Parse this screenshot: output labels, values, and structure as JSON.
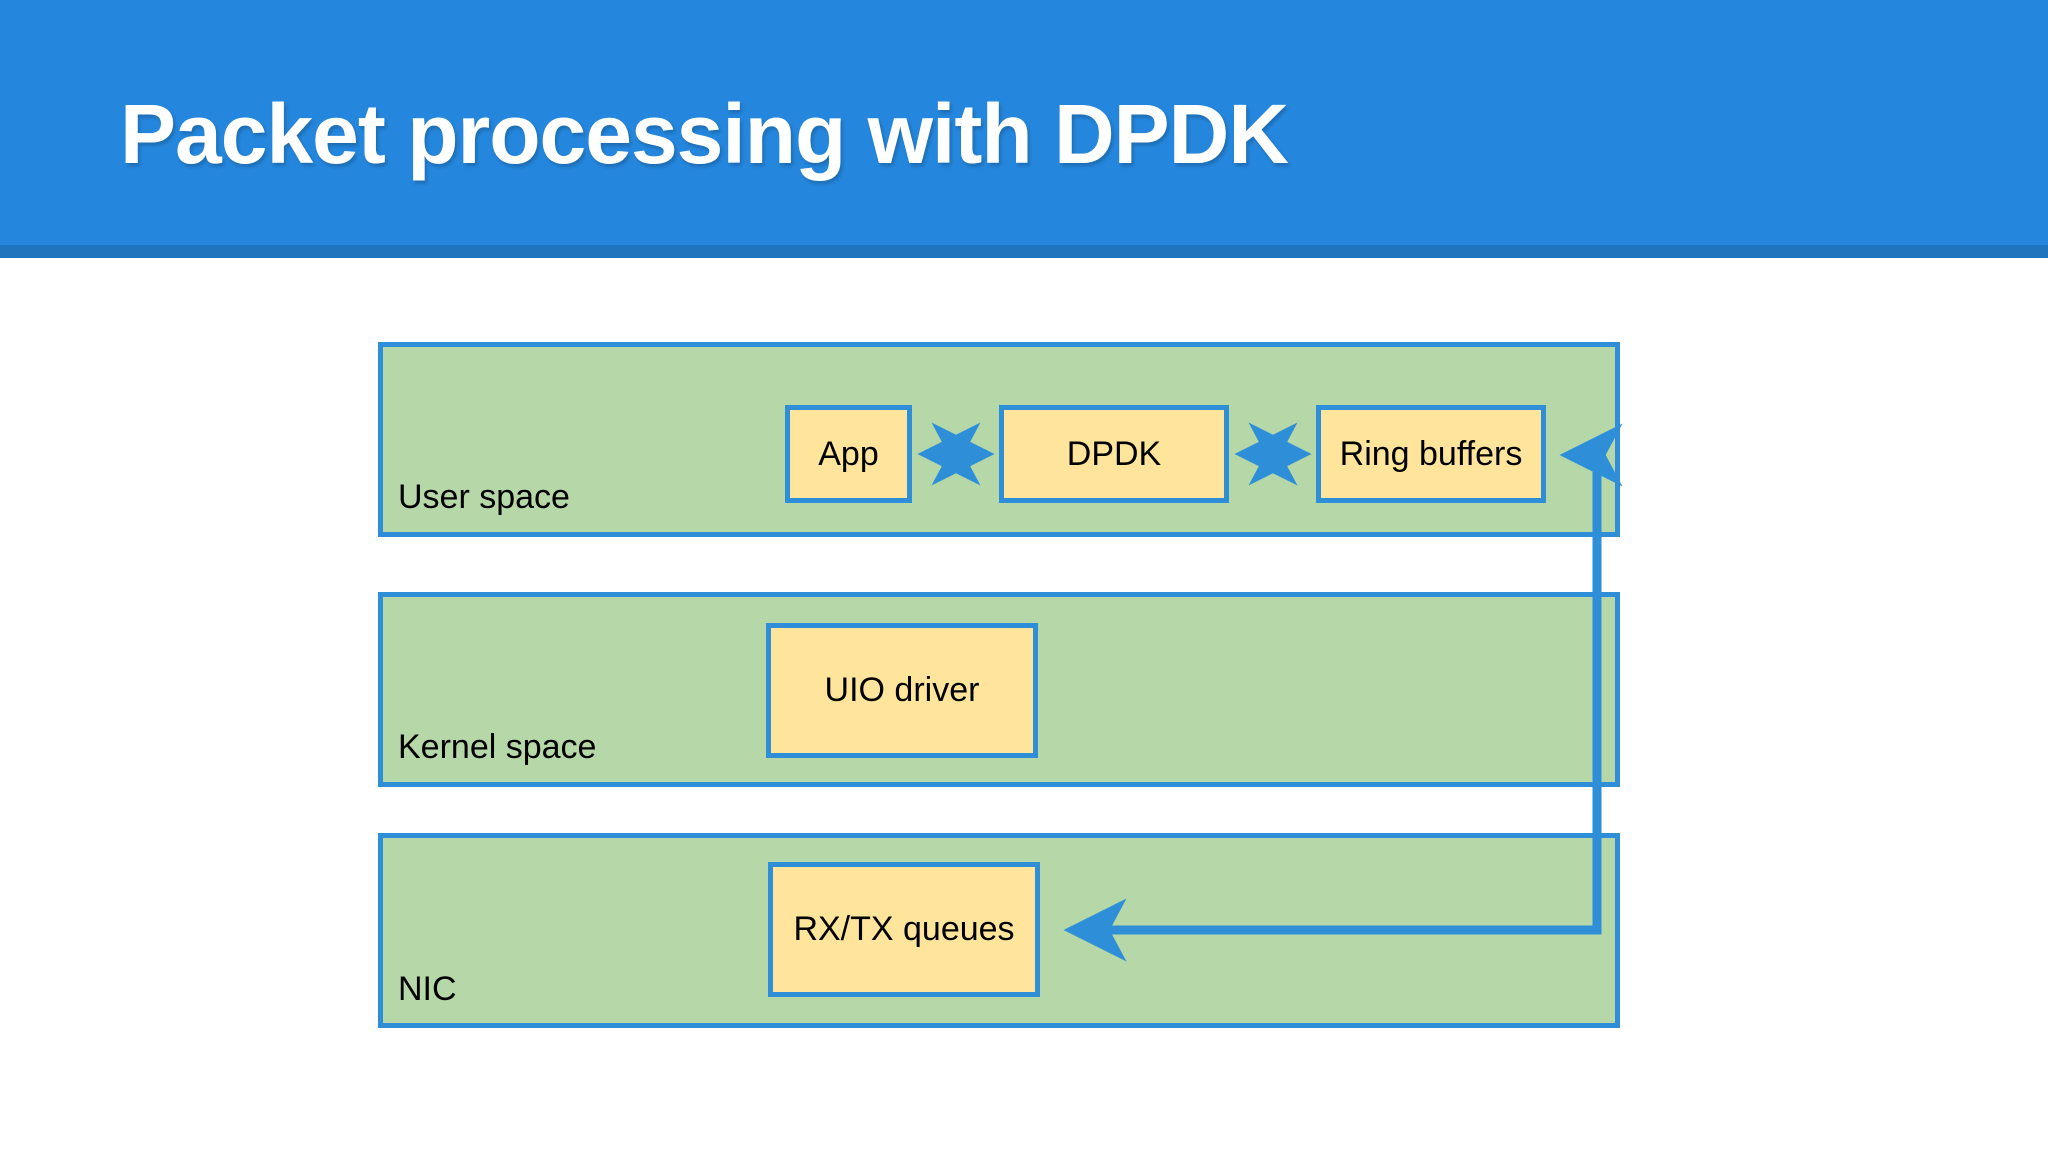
{
  "slide": {
    "title": "Packet processing with DPDK",
    "colors": {
      "banner_blue": "#2486dc",
      "banner_underline_blue": "#1f74bd",
      "zone_green": "#b6d7a8",
      "node_yellow": "#ffe59b",
      "stroke_blue": "#2e8fd8",
      "text_black": "#000000",
      "title_white": "#ffffff",
      "background_white": "#ffffff"
    }
  },
  "diagram": {
    "zones": [
      {
        "id": "user",
        "label": "User space"
      },
      {
        "id": "kernel",
        "label": "Kernel space"
      },
      {
        "id": "nic",
        "label": "NIC"
      }
    ],
    "nodes": [
      {
        "id": "app",
        "label": "App",
        "zone": "user"
      },
      {
        "id": "dpdk",
        "label": "DPDK",
        "zone": "user"
      },
      {
        "id": "ring",
        "label": "Ring buffers",
        "zone": "user"
      },
      {
        "id": "uio",
        "label": "UIO driver",
        "zone": "kernel"
      },
      {
        "id": "rxtx",
        "label": "RX/TX queues",
        "zone": "nic"
      }
    ],
    "connectors": [
      {
        "id": "app-dpdk",
        "from": "app",
        "to": "dpdk",
        "style": "double-arrow",
        "direction": "bidirectional"
      },
      {
        "id": "dpdk-ring",
        "from": "dpdk",
        "to": "ring",
        "style": "double-arrow",
        "direction": "bidirectional"
      },
      {
        "id": "ring-rxtx",
        "from": "ring",
        "to": "rxtx",
        "style": "elbow-double-arrow",
        "direction": "bidirectional"
      }
    ]
  }
}
